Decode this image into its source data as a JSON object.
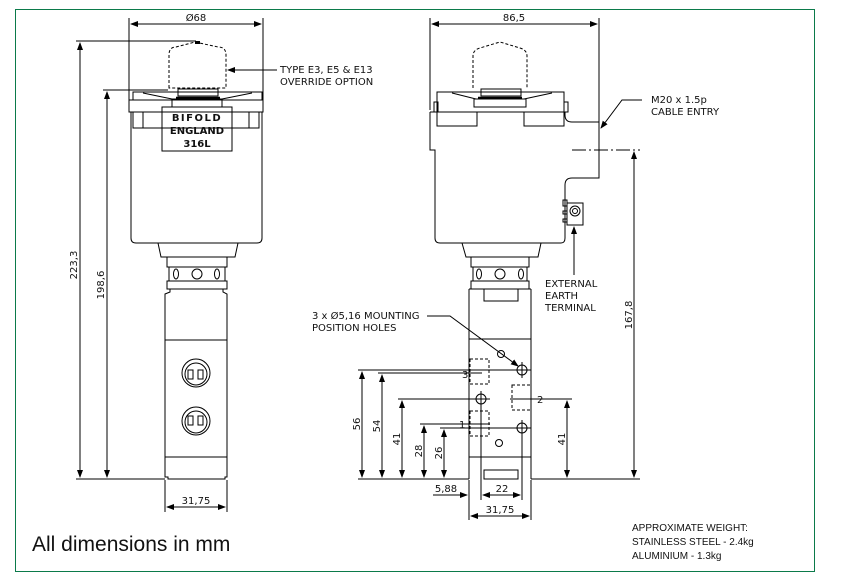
{
  "frame": {
    "border_color": "#0b7a4a"
  },
  "left_view": {
    "diameter_label": "Ø68",
    "height_total": "223,3",
    "height_body": "198,6",
    "base_width": "31,75",
    "marking": [
      "BIFOLD",
      "ENGLAND",
      "316L"
    ]
  },
  "right_view": {
    "width_label": "86,5",
    "height_label": "167,8",
    "base_width": "31,75",
    "offset_label": "5,88",
    "hole_spacing": "22",
    "heights": [
      "56",
      "54",
      "41",
      "28",
      "26"
    ],
    "right_height": "41",
    "ports": [
      "1",
      "2",
      "3"
    ]
  },
  "callouts": {
    "override": [
      "TYPE E3, E5 & E13",
      "OVERRIDE OPTION"
    ],
    "cable": [
      "M20 x 1.5p",
      "CABLE ENTRY"
    ],
    "earth": [
      "EXTERNAL",
      "EARTH",
      "TERMINAL"
    ],
    "holes": [
      "3 x Ø5,16 MOUNTING",
      "POSITION HOLES"
    ]
  },
  "footer": {
    "units_note": "All dimensions in mm",
    "weight_title": "APPROXIMATE WEIGHT:",
    "weight_ss": "STAINLESS STEEL - 2.4kg",
    "weight_al": "ALUMINIUM - 1.3kg"
  }
}
